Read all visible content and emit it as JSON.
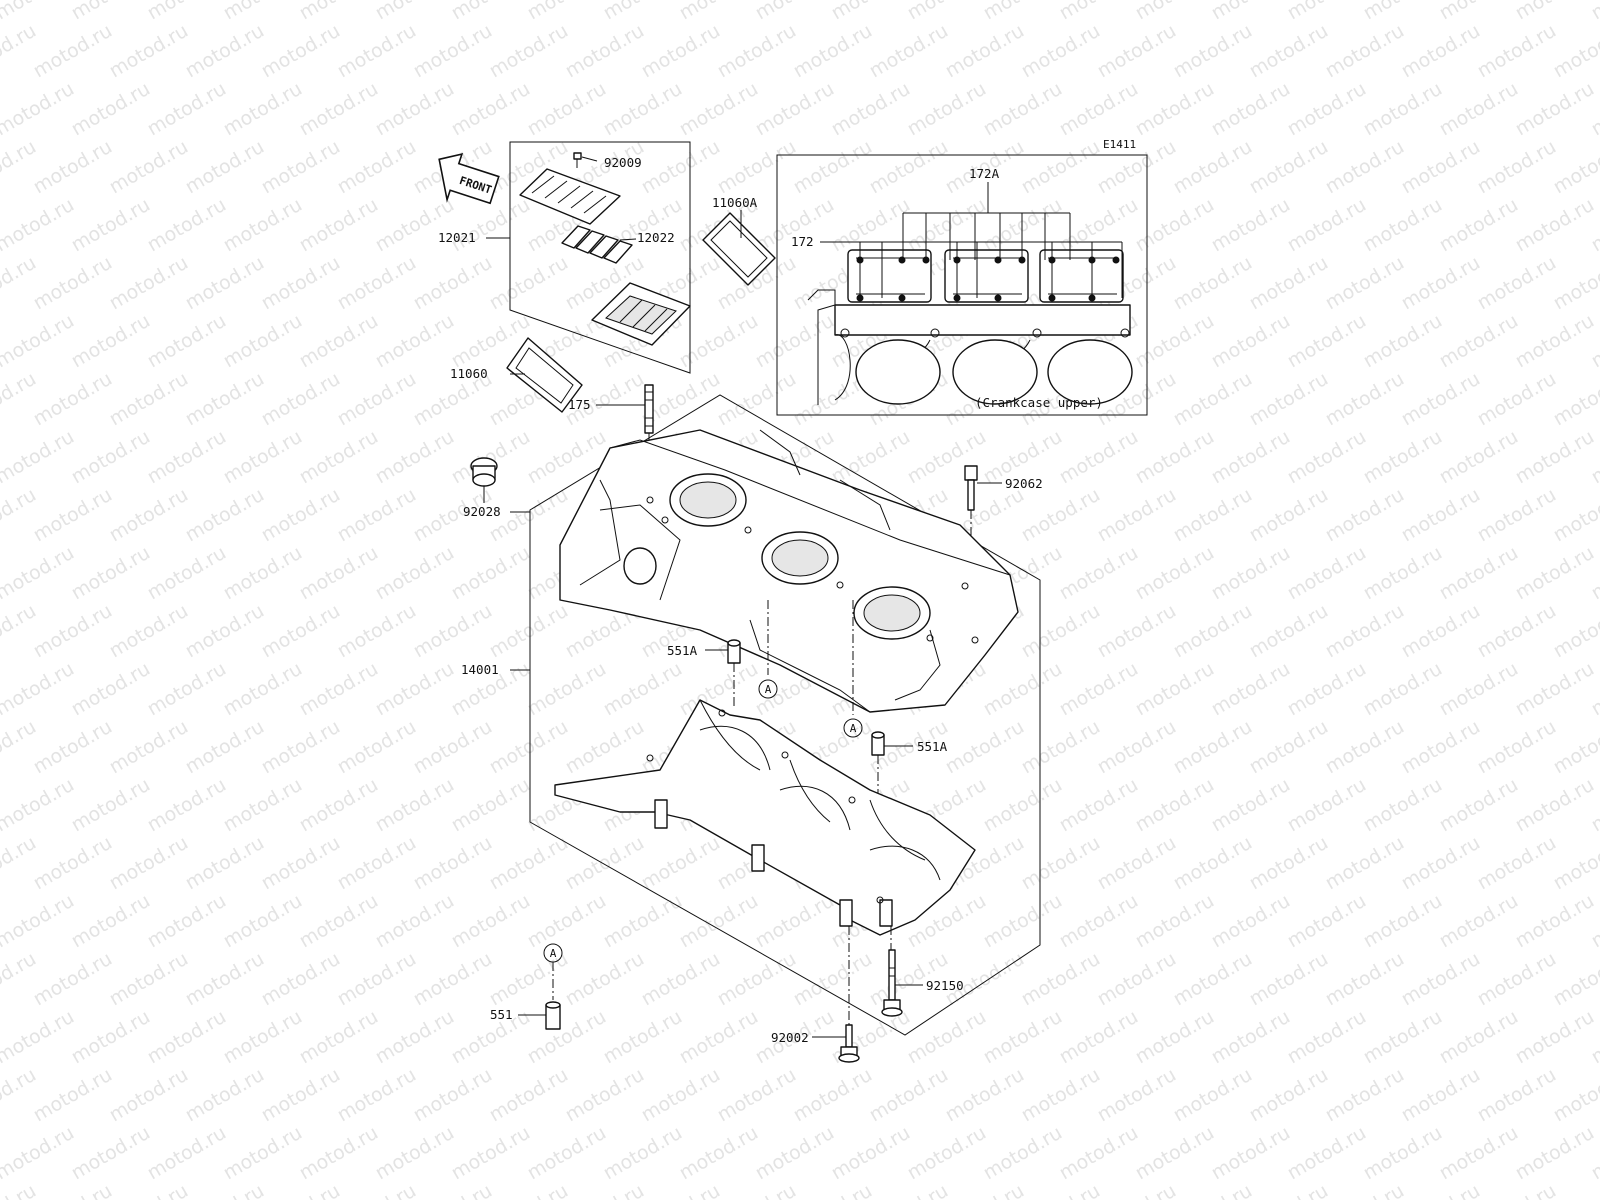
{
  "diagram_code": "E1411",
  "front_arrow_label": "FRONT",
  "inset_caption": "(Crankcase upper)",
  "watermark_text": "motod.ru",
  "callout_marker": "A",
  "labels": {
    "p92009": "92009",
    "p12022": "12022",
    "p12021": "12021",
    "p11060A": "11060A",
    "p11060": "11060",
    "p172A": "172A",
    "p172": "172",
    "p175": "175",
    "p92028": "92028",
    "p92062": "92062",
    "p14001": "14001",
    "p551A_upper": "551A",
    "p551A_lower": "551A",
    "p92150": "92150",
    "p551": "551",
    "p92002": "92002"
  },
  "colors": {
    "line": "#111111",
    "watermark": "#e3e3e3",
    "background": "#ffffff"
  }
}
